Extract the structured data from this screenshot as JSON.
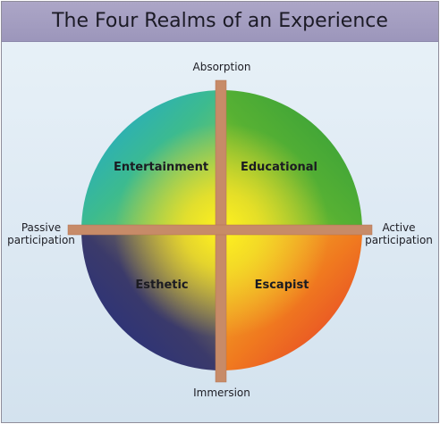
{
  "title": "The Four Realms of an Experience",
  "axes": {
    "top": "Absorption",
    "bottom": "Immersion",
    "left": [
      "Passive",
      "participation"
    ],
    "right": [
      "Active",
      "participation"
    ]
  },
  "quadrants": {
    "top_left": "Entertainment",
    "top_right": "Educational",
    "bottom_left": "Esthetic",
    "bottom_right": "Escapist"
  },
  "colors": {
    "entertainment": "#2aa7d6",
    "educational": "#38a83c",
    "esthetic": "#2a2a80",
    "escapist": "#e8472a",
    "center": "#f4e61e",
    "axis_bar": "#c98b67",
    "title_band": "#a39ec2"
  }
}
